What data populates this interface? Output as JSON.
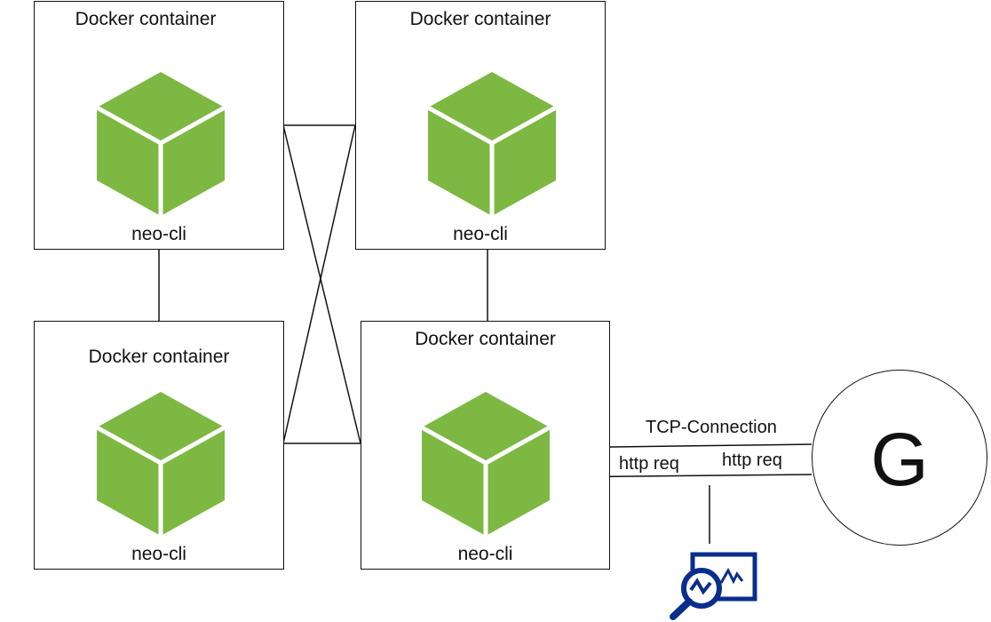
{
  "containers": [
    {
      "title": "Docker container",
      "label": "neo-cli"
    },
    {
      "title": "Docker container",
      "label": "neo-cli"
    },
    {
      "title": "Docker container",
      "label": "neo-cli"
    },
    {
      "title": "Docker container",
      "label": "neo-cli"
    }
  ],
  "connection_labels": {
    "tcp": "TCP-Connection",
    "http_left": "http req",
    "http_right": "http req"
  },
  "gateway": {
    "label": "G"
  },
  "icons": {
    "cube": "cube-icon",
    "monitor": "monitoring-search-icon"
  },
  "colors": {
    "cube_green": "#7db843",
    "cube_edge": "#ffffff",
    "icon_blue": "#0a2e8c",
    "line": "#111111"
  }
}
